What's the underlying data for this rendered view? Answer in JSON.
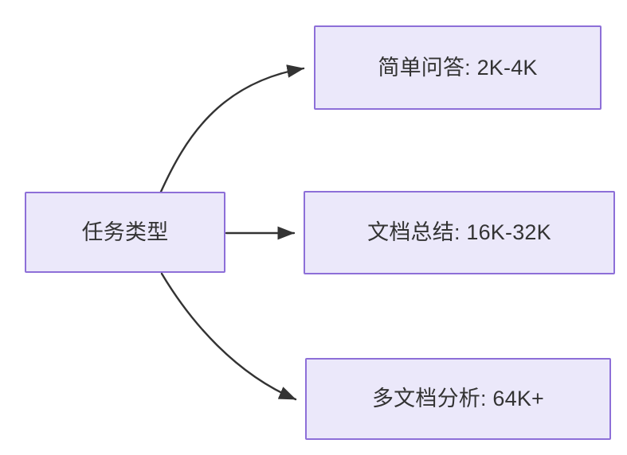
{
  "diagram": {
    "type": "flowchart",
    "direction": "left-to-right",
    "background_color": "#ffffff",
    "node_fill_color": "#ebe8fa",
    "node_border_color": "#8d6fd8",
    "node_text_color": "#333333",
    "edge_color": "#333333",
    "nodes": [
      {
        "id": "source",
        "label": "任务类型",
        "role": "root"
      },
      {
        "id": "simple-qa",
        "label": "简单问答: 2K-4K",
        "role": "leaf"
      },
      {
        "id": "doc-summary",
        "label": "文档总结: 16K-32K",
        "role": "leaf"
      },
      {
        "id": "multi-doc",
        "label": "多文档分析: 64K+",
        "role": "leaf"
      }
    ],
    "edges": [
      {
        "id": "edge-source-simple-qa",
        "from": "source",
        "to": "simple-qa",
        "label": "",
        "shape": "curved-up"
      },
      {
        "id": "edge-source-doc-summary",
        "from": "source",
        "to": "doc-summary",
        "label": "",
        "shape": "straight"
      },
      {
        "id": "edge-source-multi-doc",
        "from": "source",
        "to": "multi-doc",
        "label": "",
        "shape": "curved-down"
      }
    ]
  }
}
